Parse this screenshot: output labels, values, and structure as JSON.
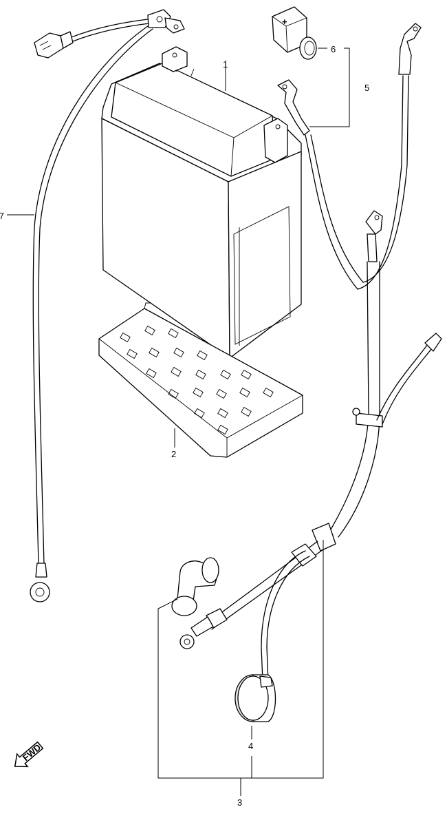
{
  "diagram": {
    "callouts": [
      {
        "id": "1",
        "label": "1"
      },
      {
        "id": "2",
        "label": "2"
      },
      {
        "id": "3",
        "label": "3"
      },
      {
        "id": "4",
        "label": "4"
      },
      {
        "id": "5",
        "label": "5"
      },
      {
        "id": "6",
        "label": "6"
      },
      {
        "id": "7",
        "label": "7"
      }
    ],
    "direction_label": "FWD",
    "terminal_symbol": "+"
  }
}
